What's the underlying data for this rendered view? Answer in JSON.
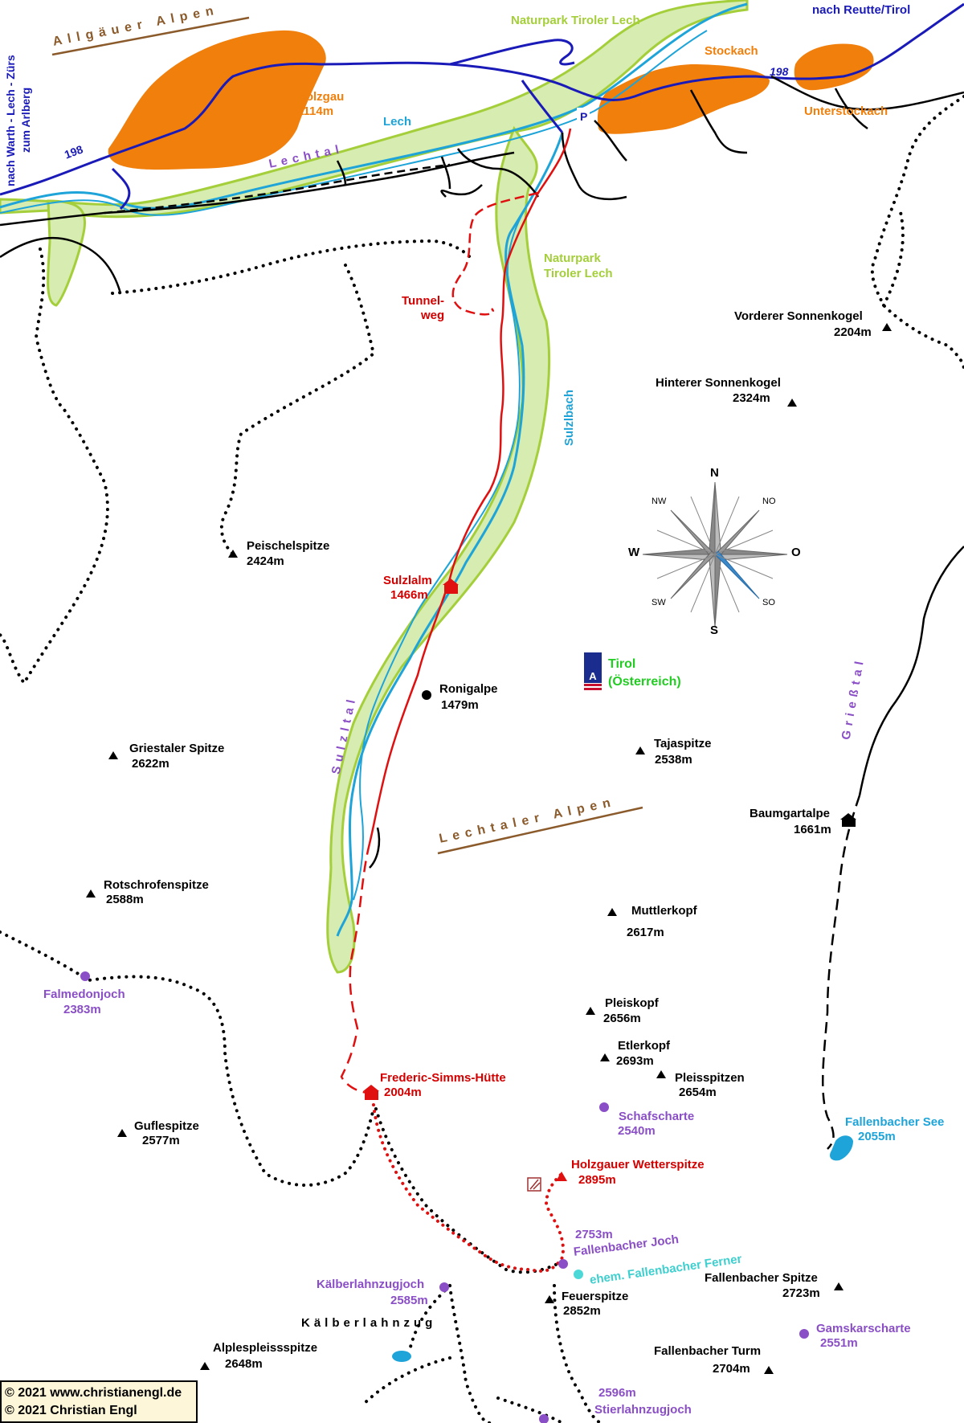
{
  "title_ridges": {
    "allgaeuer": "Allgäuer Alpen",
    "lechtaler": "Lechtaler Alpen",
    "kaelberlahnzug": "Kälberlahnzug"
  },
  "valleys": {
    "lechtal": "Lechtal",
    "sulzltal": "Sulzltal",
    "griesstal": "Grießtal"
  },
  "roads": {
    "west_direction": "nach Warth - Lech - Zürs zum Arlberg",
    "west_line1": "nach Warth - Lech - Zürs",
    "west_line2": "zum Arlberg",
    "east_direction": "nach Reutte/Tirol",
    "road_number_west": "198",
    "road_number_east": "198",
    "parking": "P"
  },
  "villages": [
    {
      "name": "Holzgau",
      "elev": "1114m"
    },
    {
      "name": "Stockach",
      "elev": ""
    },
    {
      "name": "Unterstockach",
      "elev": ""
    }
  ],
  "waters": {
    "lech": "Lech",
    "sulzlbach": "Sulzlbach",
    "fallenbacher_see": {
      "name": "Fallenbacher See",
      "elev": "2055m"
    },
    "glacier": "ehem. Fallenbacher Ferner"
  },
  "parks": {
    "top": "Naturpark Tiroler Lech",
    "side_line1": "Naturpark",
    "side_line2": "Tiroler Lech"
  },
  "huts": {
    "tunnelweg_line1": "Tunnel-",
    "tunnelweg_line2": "weg",
    "sulzlalm": {
      "name": "Sulzlalm",
      "elev": "1466m"
    },
    "simms": {
      "name": "Frederic-Simms-Hütte",
      "elev": "2004m"
    },
    "wetterspitze": {
      "name": "Holzgauer Wetterspitze",
      "elev": "2895m"
    }
  },
  "alpen": {
    "ronigalpe": {
      "name": "Ronigalpe",
      "elev": "1479m"
    },
    "baumgartalpe": {
      "name": "Baumgartalpe",
      "elev": "1661m"
    }
  },
  "peaks": {
    "vorderer_sonnenkogel": {
      "name": "Vorderer Sonnenkogel",
      "elev": "2204m"
    },
    "hinterer_sonnenkogel": {
      "name": "Hinterer Sonnenkogel",
      "elev": "2324m"
    },
    "peischelspitze": {
      "name": "Peischelspitze",
      "elev": "2424m"
    },
    "griestaler_spitze": {
      "name": "Griestaler Spitze",
      "elev": "2622m"
    },
    "tajaspitze": {
      "name": "Tajaspitze",
      "elev": "2538m"
    },
    "rotschrofenspitze": {
      "name": "Rotschrofenspitze",
      "elev": "2588m"
    },
    "muttlerkopf": {
      "name": "Muttlerkopf",
      "elev": "2617m"
    },
    "pleiskopf": {
      "name": "Pleiskopf",
      "elev": "2656m"
    },
    "etlerkopf": {
      "name": "Etlerkopf",
      "elev": "2693m"
    },
    "pleisspitzen": {
      "name": "Pleisspitzen",
      "elev": "2654m"
    },
    "guflespitze": {
      "name": "Guflespitze",
      "elev": "2577m"
    },
    "feuerspitze": {
      "name": "Feuerspitze",
      "elev": "2852m"
    },
    "fallenbacher_spitze": {
      "name": "Fallenbacher Spitze",
      "elev": "2723m"
    },
    "alplespleissspitze": {
      "name": "Alplespleissspitze",
      "elev": "2648m"
    },
    "fallenbacher_turm": {
      "name": "Fallenbacher Turm",
      "elev": "2704m"
    }
  },
  "passes": {
    "falmedonjoch": {
      "name": "Falmedonjoch",
      "elev": "2383m"
    },
    "schafscharte": {
      "name": "Schafscharte",
      "elev": "2540m"
    },
    "fallenbacher_joch": {
      "name": "Fallenbacher Joch",
      "elev": "2753m"
    },
    "kaelberlahnzugjoch": {
      "name": "Kälberlahnzugjoch",
      "elev": "2585m"
    },
    "gamskarscharte": {
      "name": "Gamskarscharte",
      "elev": "2551m"
    },
    "stierlahnzugjoch": {
      "name": "Stierlahnzugjoch",
      "elev": "2596m"
    }
  },
  "region": {
    "tirol": "Tirol",
    "country": "(Österreich)",
    "flag_letter": "A"
  },
  "compass": {
    "n": "N",
    "s": "S",
    "w": "W",
    "o": "O",
    "nw": "NW",
    "no": "NO",
    "sw": "SW",
    "so": "SO"
  },
  "copyright": {
    "line1": "© 2021 www.christianengl.de",
    "line2": "© 2021 Christian Engl"
  },
  "colors": {
    "village": "#f07f0c",
    "park": "#d6ecb0",
    "park_border": "#a4cf3a",
    "river": "#1ea4d8",
    "road": "#1a1ab8",
    "route": "#e01010",
    "pass": "#8a4fc6"
  }
}
